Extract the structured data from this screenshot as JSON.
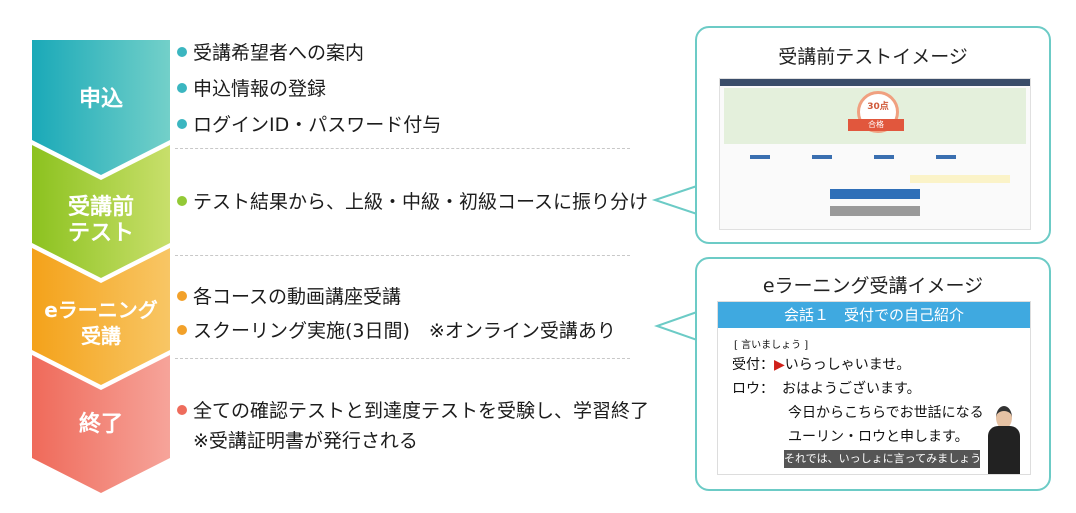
{
  "stages": [
    {
      "label": "申込",
      "color_top": "#1aa9b8",
      "color_bottom": "#73d0c9",
      "bullets": [
        "受講希望者への案内",
        "申込情報の登録",
        "ログインID・パスワード付与"
      ],
      "dot_color": "#3bb6c0"
    },
    {
      "label_lines": [
        "受講前",
        "テスト"
      ],
      "color_top": "#8cc21f",
      "color_bottom": "#c8df6b",
      "bullets": [
        "テスト結果から、上級・中級・初級コースに振り分け"
      ],
      "dot_color": "#93c936"
    },
    {
      "label_lines": [
        "eラーニング",
        "受講"
      ],
      "color_top": "#f4a21a",
      "color_bottom": "#f8c665",
      "bullets": [
        "各コースの動画講座受講",
        "スクーリング実施(3日間)　※オンライン受講あり"
      ],
      "dot_color": "#f2a12a"
    },
    {
      "label": "終了",
      "color_top": "#ef6a5a",
      "color_bottom": "#f6a49a",
      "bullets": [
        "全ての確認テストと到達度テストを受験し、学習終了"
      ],
      "note": "※受講証明書が発行される",
      "dot_color": "#ee6c5c"
    }
  ],
  "callout_test": {
    "title": "受講前テストイメージ",
    "score_value": "30点",
    "score_result": "合格"
  },
  "callout_elearning": {
    "title": "eラーニング受講イメージ",
    "lesson_title": "会話１　受付での自己紹介",
    "line_prompt": "[ 言いましょう ]",
    "line1_speaker": "受付：",
    "line1_text": "いらっしゃいませ。",
    "line2_speaker": "ロウ：",
    "line2_text": "おはようございます。",
    "line3_text": "今日からこちらでお世話になる",
    "line4_text": "ユーリン・ロウと申します。",
    "subtitle": "それでは、いっしょに言ってみましょう"
  },
  "colors": {
    "callout_border": "#6ccbc6",
    "lesson_bar": "#3fa9e0"
  }
}
